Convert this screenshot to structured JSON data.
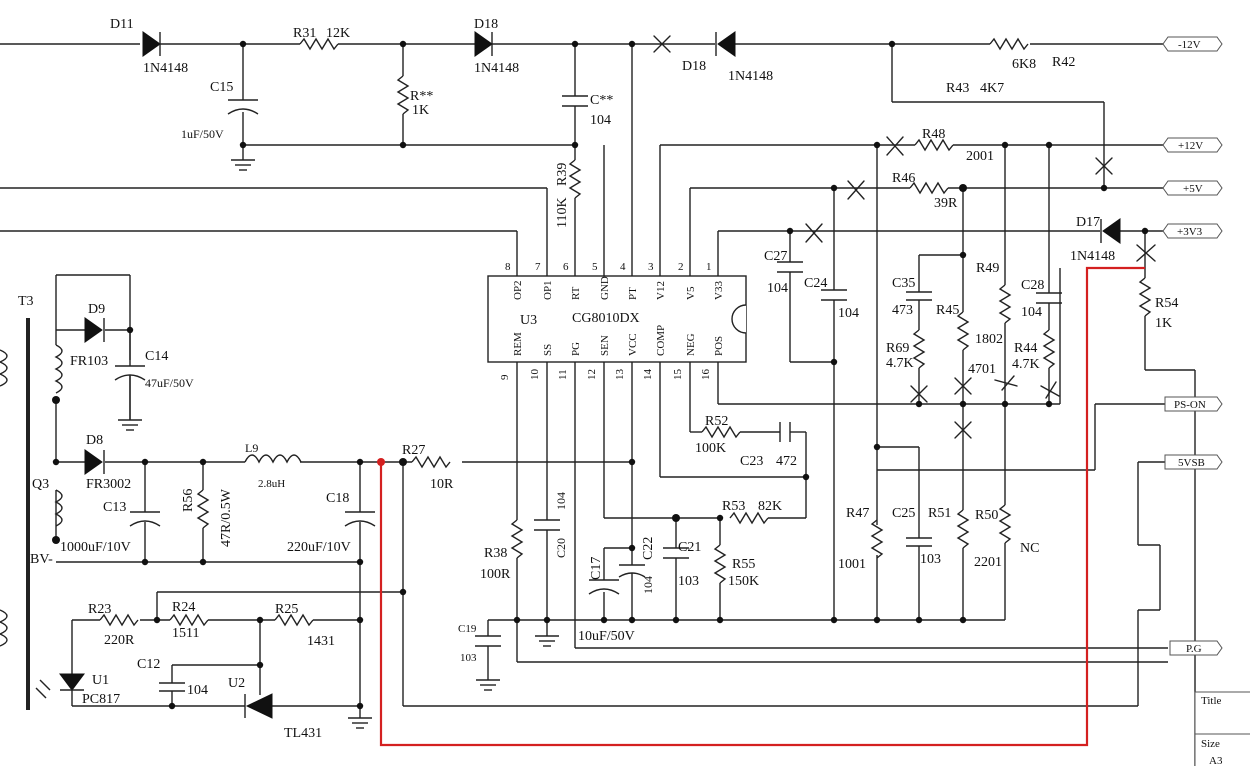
{
  "ic": {
    "ref": "U3",
    "part": "CG8010DX",
    "top_pins": [
      {
        "num": "8",
        "name": "OP2"
      },
      {
        "num": "7",
        "name": "OP1"
      },
      {
        "num": "6",
        "name": "RT"
      },
      {
        "num": "5",
        "name": "GND"
      },
      {
        "num": "4",
        "name": "PT"
      },
      {
        "num": "3",
        "name": "V12"
      },
      {
        "num": "2",
        "name": "V5"
      },
      {
        "num": "1",
        "name": "V33"
      }
    ],
    "bottom_pins": [
      {
        "num": "9",
        "name": "REM"
      },
      {
        "num": "10",
        "name": "SS"
      },
      {
        "num": "11",
        "name": "PG"
      },
      {
        "num": "12",
        "name": "SEN"
      },
      {
        "num": "13",
        "name": "VCC"
      },
      {
        "num": "14",
        "name": "COMP"
      },
      {
        "num": "15",
        "name": "NEG"
      },
      {
        "num": "16",
        "name": "POS"
      }
    ]
  },
  "ports": [
    {
      "label": "-12V"
    },
    {
      "label": "+12V"
    },
    {
      "label": "+5V"
    },
    {
      "label": "+3V3"
    },
    {
      "label": "PS-ON"
    },
    {
      "label": "5VSB"
    },
    {
      "label": "P.G"
    }
  ],
  "labels": [
    {
      "text": "D11"
    },
    {
      "text": "1N4148"
    },
    {
      "text": "R31"
    },
    {
      "text": "12K"
    },
    {
      "text": "D18"
    },
    {
      "text": "1N4148"
    },
    {
      "text": "D18"
    },
    {
      "text": "1N4148"
    },
    {
      "text": "6K8"
    },
    {
      "text": "R42"
    },
    {
      "text": "R43"
    },
    {
      "text": "4K7"
    },
    {
      "text": "C15"
    },
    {
      "text": "1uF/50V"
    },
    {
      "text": "R**"
    },
    {
      "text": "1K"
    },
    {
      "text": "C**"
    },
    {
      "text": "104"
    },
    {
      "text": "R48"
    },
    {
      "text": "2001"
    },
    {
      "text": "R46"
    },
    {
      "text": "39R"
    },
    {
      "text": "R39"
    },
    {
      "text": "110K"
    },
    {
      "text": "D17"
    },
    {
      "text": "1N4148"
    },
    {
      "text": "C27"
    },
    {
      "text": "104"
    },
    {
      "text": "C24"
    },
    {
      "text": "104"
    },
    {
      "text": "C35"
    },
    {
      "text": "473"
    },
    {
      "text": "R45"
    },
    {
      "text": "R49"
    },
    {
      "text": "C28"
    },
    {
      "text": "104"
    },
    {
      "text": "R54"
    },
    {
      "text": "1K"
    },
    {
      "text": "R69"
    },
    {
      "text": "4.7K"
    },
    {
      "text": "1802"
    },
    {
      "text": "4701"
    },
    {
      "text": "R44"
    },
    {
      "text": "4.7K"
    },
    {
      "text": "T3"
    },
    {
      "text": "D9"
    },
    {
      "text": "FR103"
    },
    {
      "text": "C14"
    },
    {
      "text": "47uF/50V"
    },
    {
      "text": "D8"
    },
    {
      "text": "FR3002"
    },
    {
      "text": "L9"
    },
    {
      "text": "2.8uH"
    },
    {
      "text": "R27"
    },
    {
      "text": "10R"
    },
    {
      "text": "Q3"
    },
    {
      "text": "C13"
    },
    {
      "text": "1000uF/10V"
    },
    {
      "text": "R56"
    },
    {
      "text": "47R/0.5W"
    },
    {
      "text": "C18"
    },
    {
      "text": "220uF/10V"
    },
    {
      "text": "BV-"
    },
    {
      "text": "R52"
    },
    {
      "text": "100K"
    },
    {
      "text": "C23"
    },
    {
      "text": "472"
    },
    {
      "text": "R53"
    },
    {
      "text": "82K"
    },
    {
      "text": "R47"
    },
    {
      "text": "1001"
    },
    {
      "text": "C25"
    },
    {
      "text": "103"
    },
    {
      "text": "R51"
    },
    {
      "text": "R50"
    },
    {
      "text": "2201"
    },
    {
      "text": "NC"
    },
    {
      "text": "R38"
    },
    {
      "text": "100R"
    },
    {
      "text": "C20"
    },
    {
      "text": "104"
    },
    {
      "text": "C17"
    },
    {
      "text": "C22"
    },
    {
      "text": "104"
    },
    {
      "text": "C21"
    },
    {
      "text": "103"
    },
    {
      "text": "R55"
    },
    {
      "text": "150K"
    },
    {
      "text": "10uF/50V"
    },
    {
      "text": "C19"
    },
    {
      "text": "103"
    },
    {
      "text": "R23"
    },
    {
      "text": "220R"
    },
    {
      "text": "R24"
    },
    {
      "text": "1511"
    },
    {
      "text": "R25"
    },
    {
      "text": "1431"
    },
    {
      "text": "U1"
    },
    {
      "text": "PC817"
    },
    {
      "text": "C12"
    },
    {
      "text": "104"
    },
    {
      "text": "U2"
    },
    {
      "text": "TL431"
    }
  ],
  "title_block": {
    "title_label": "Title",
    "size_label": "Size",
    "size_value": "A3"
  },
  "colors": {
    "wire": "#222222",
    "mod_wire": "#d42020",
    "cut_mark": "#d42020"
  }
}
